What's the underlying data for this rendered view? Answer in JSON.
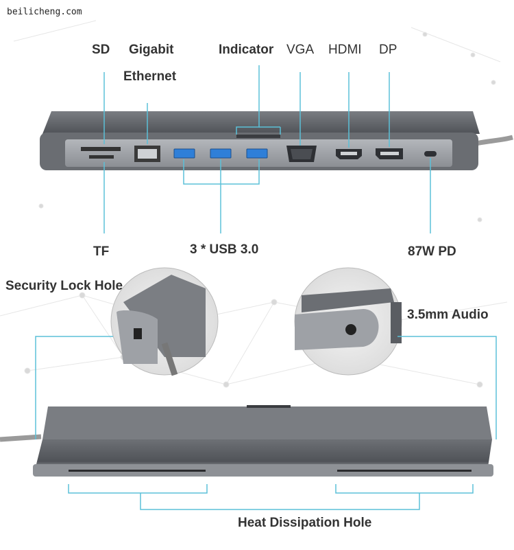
{
  "watermark": "beilicheng.com",
  "labels": {
    "sd": "SD",
    "gigabit": "Gigabit",
    "ethernet": "Ethernet",
    "indicator": "Indicator",
    "vga": "VGA",
    "hdmi": "HDMI",
    "dp": "DP",
    "tf": "TF",
    "usb": "3 * USB 3.0",
    "pd": "87W PD",
    "security_lock": "Security Lock Hole",
    "audio": "3.5mm Audio",
    "heat": "Heat Dissipation Hole"
  },
  "colors": {
    "callout_line": "#5bc0d8",
    "hub_body": "#6b6e73",
    "hub_face": "#9a9da2",
    "usb_blue": "#2f7fd8"
  }
}
